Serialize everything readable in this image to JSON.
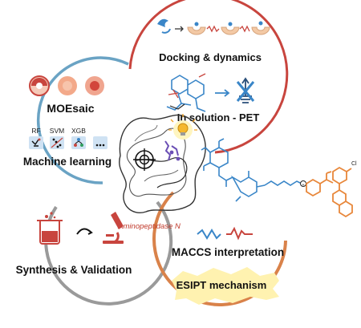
{
  "labels": {
    "docking": "Docking & dynamics",
    "pet": "In solution - PET",
    "moesaic": "MOEsaic",
    "ml": "Machine learning",
    "synthesis": "Synthesis & Validation",
    "maccs": "MACCS interpretation",
    "esipt": "ESIPT mechanism",
    "protein": "Aminopeptidase N"
  },
  "ml_models": [
    "RF",
    "SVM",
    "XGB"
  ],
  "colors": {
    "red_ring": "#c8453e",
    "blue_ring": "#6aa3c4",
    "gray_ring": "#9a9a9a",
    "orange_ring": "#d9824a",
    "molecule_blue": "#3a86c8",
    "molecule_orange": "#e8873a",
    "esipt_glow": "#fff2b0",
    "protein_text": "#c0392b"
  },
  "icons": {
    "docking_row": "protein-pocket-icons",
    "pet": "molecule-to-quenched-signal",
    "moesaic": "concentric-target-icons",
    "synthesis": "beaker-arrow-microscope",
    "maccs": "red-blue-wave-signals",
    "center": "protein-ribbon-with-crosshair-and-bulb"
  }
}
